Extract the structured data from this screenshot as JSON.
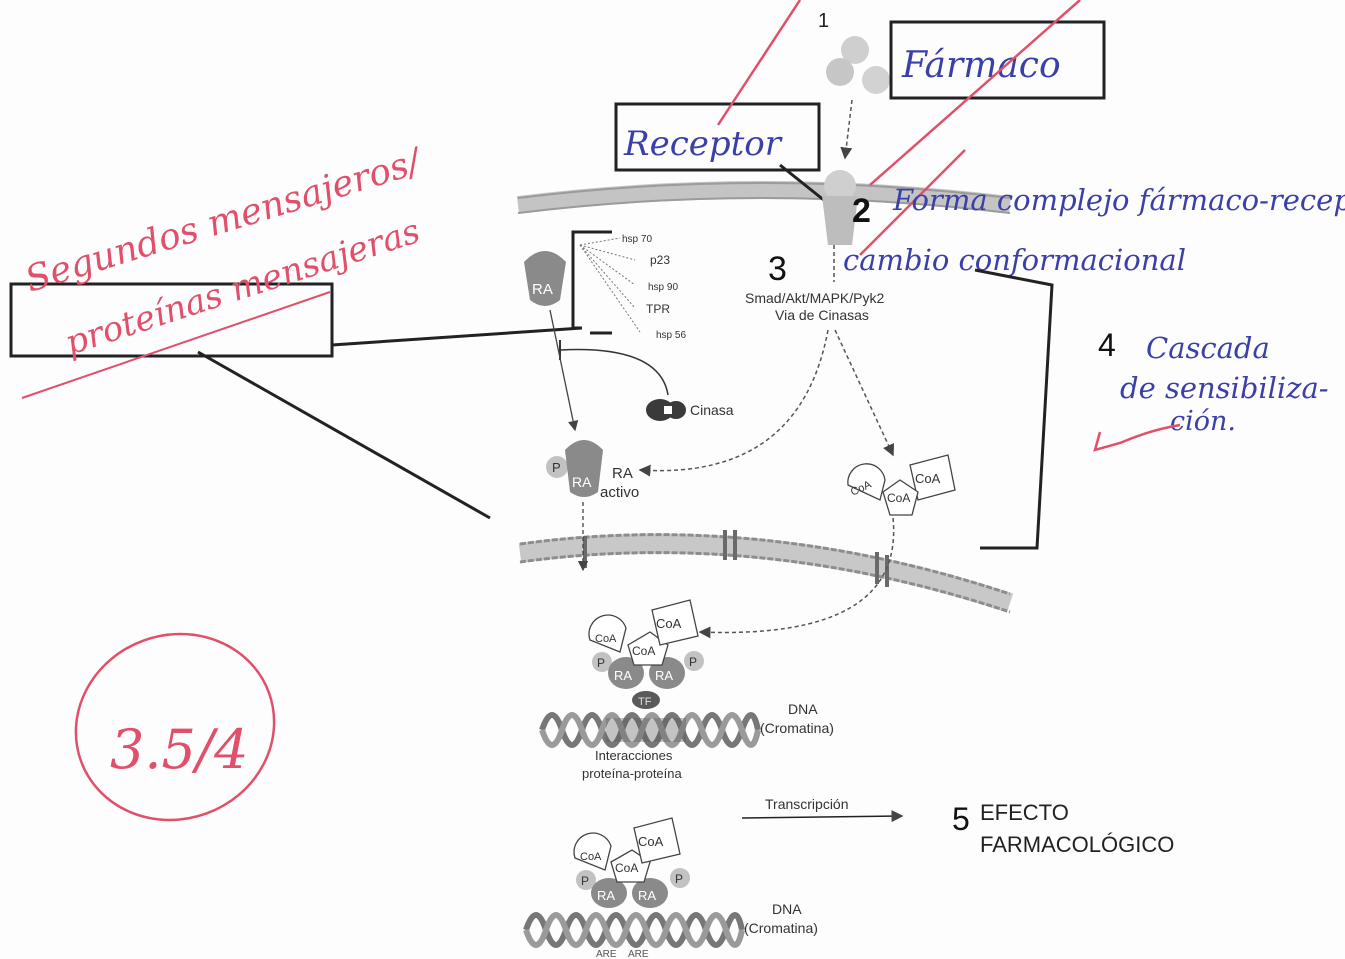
{
  "steps": {
    "s1": "1",
    "s2": "2",
    "s3": "3",
    "s4": "4",
    "s5": "5"
  },
  "boxes": {
    "drug": "Fármaco",
    "receptor": "Receptor",
    "empty_left": ""
  },
  "annotations": {
    "step2_line1": "Forma complejo fármaco-recept",
    "step2_line2": "cambio conformacional",
    "step4_line1": "Cascada",
    "step4_line2": "de sensibiliza-",
    "step4_line3": "ción.",
    "red_line1": "Segundos mensajeros/",
    "red_line2": "proteínas mensajeras",
    "grade": "3.5/4"
  },
  "pathway": {
    "kinase_path_line1": "Smad/Akt/MAPK/Pyk2",
    "kinase_path_line2": "Via de Cinasas",
    "chaperones": [
      "hsp 70",
      "p23",
      "hsp 90",
      "TPR",
      "hsp 56"
    ],
    "ra": "RA",
    "ra_active_line1": "RA",
    "ra_active_line2": "activo",
    "p": "P",
    "kinase": "Cinasa",
    "coa": "CoA",
    "tf": "TF",
    "dna_line1": "DNA",
    "dna_line2": "(Cromatina)",
    "interaction_line1": "Interacciones",
    "interaction_line2": "proteína-proteína",
    "transcription": "Transcripción",
    "are": "ARE",
    "effect_line1": "EFECTO",
    "effect_line2": "FARMACOLÓGICO"
  },
  "colors": {
    "blue_ink": "#3b3fa8",
    "red_ink": "#e0506a",
    "protein_gray": "#8a8a8a",
    "membrane": "#b9b9b9"
  }
}
